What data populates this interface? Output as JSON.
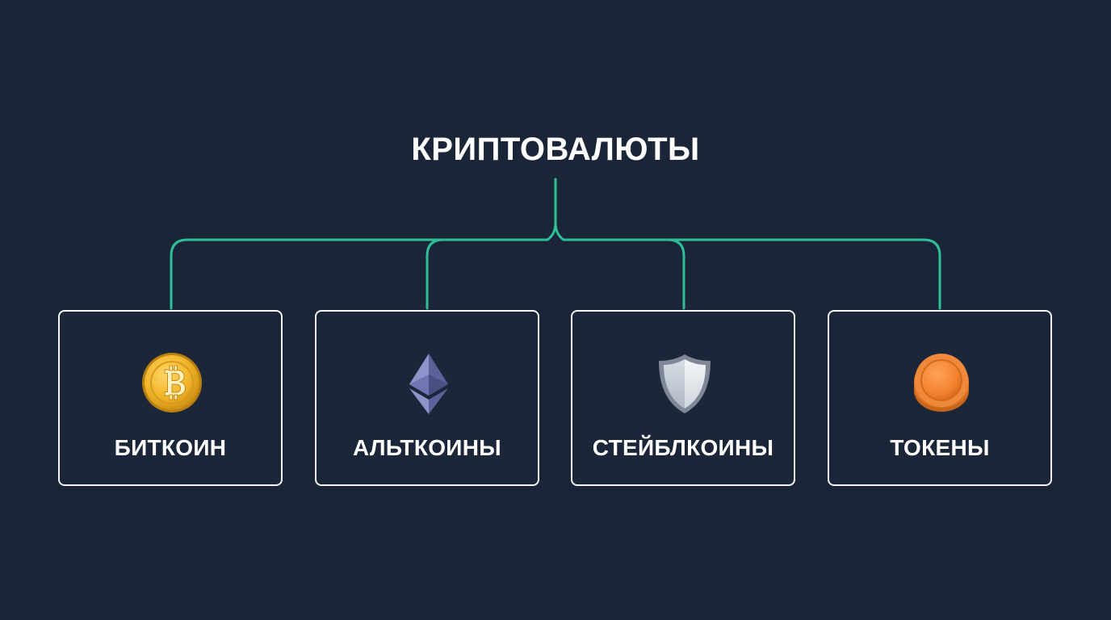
{
  "diagram": {
    "root": {
      "label": "КРИПТОВАЛЮТЫ"
    },
    "children": [
      {
        "label": "БИТКОИН",
        "icon": "bitcoin-coin-icon"
      },
      {
        "label": "АЛЬТКОИНЫ",
        "icon": "ethereum-diamond-icon"
      },
      {
        "label": "СТЕЙБЛКОИНЫ",
        "icon": "shield-icon"
      },
      {
        "label": "ТОКЕНЫ",
        "icon": "token-coin-stack-icon"
      }
    ],
    "colors": {
      "background": "#1b2538",
      "connector": "#2fbf98",
      "card_border": "#f2f4f7",
      "text": "#ffffff"
    }
  }
}
